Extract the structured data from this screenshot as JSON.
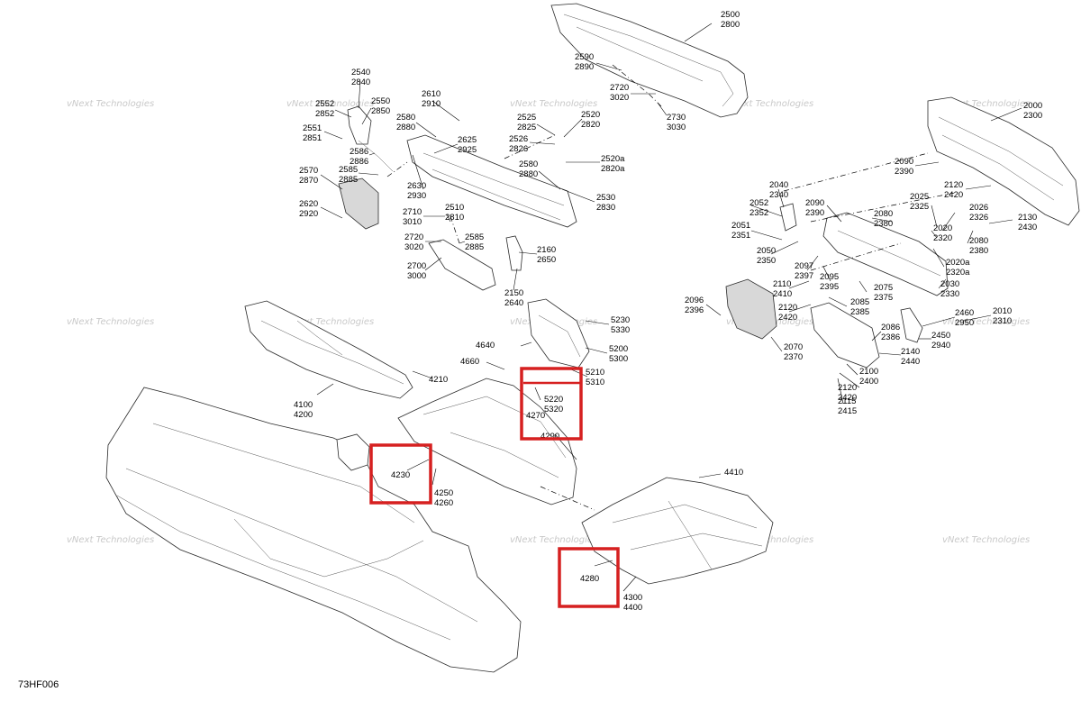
{
  "figure_code": "73HF006",
  "watermark_text": "vNext Technologies",
  "highlight_color": "#d62020",
  "callouts": [
    {
      "a": "2500",
      "b": "2800"
    },
    {
      "a": "2590",
      "b": "2890"
    },
    {
      "a": "2720",
      "b": "3020"
    },
    {
      "a": "2730",
      "b": "3030"
    },
    {
      "a": "2540",
      "b": "2840"
    },
    {
      "a": "2552",
      "b": "2852"
    },
    {
      "a": "2550",
      "b": "2850"
    },
    {
      "a": "2551",
      "b": "2851"
    },
    {
      "a": "2586",
      "b": "2886"
    },
    {
      "a": "2585",
      "b": "2885"
    },
    {
      "a": "2570",
      "b": "2870"
    },
    {
      "a": "2620",
      "b": "2920"
    },
    {
      "a": "2610",
      "b": "2910"
    },
    {
      "a": "2580",
      "b": "2880"
    },
    {
      "a": "2625",
      "b": "2925"
    },
    {
      "a": "2630",
      "b": "2930"
    },
    {
      "a": "2525",
      "b": "2825"
    },
    {
      "a": "2520",
      "b": "2820"
    },
    {
      "a": "2526",
      "b": "2826"
    },
    {
      "a": "2520a",
      "b": "2820a"
    },
    {
      "a": "2580",
      "b": "2880"
    },
    {
      "a": "2530",
      "b": "2830"
    },
    {
      "a": "2710",
      "b": "3010"
    },
    {
      "a": "2510",
      "b": "2810"
    },
    {
      "a": "2720",
      "b": "3020"
    },
    {
      "a": "2585",
      "b": "2885"
    },
    {
      "a": "2160",
      "b": "2650"
    },
    {
      "a": "2700",
      "b": "3000"
    },
    {
      "a": "2150",
      "b": "2640"
    },
    {
      "a": "2000",
      "b": "2300"
    },
    {
      "a": "2090",
      "b": "2390"
    },
    {
      "a": "2040",
      "b": "2340"
    },
    {
      "a": "2120",
      "b": "2420"
    },
    {
      "a": "2052",
      "b": "2352"
    },
    {
      "a": "2090",
      "b": "2390"
    },
    {
      "a": "2025",
      "b": "2325"
    },
    {
      "a": "2026",
      "b": "2326"
    },
    {
      "a": "2051",
      "b": "2351"
    },
    {
      "a": "2080",
      "b": "2380"
    },
    {
      "a": "2130",
      "b": "2430"
    },
    {
      "a": "2020",
      "b": "2320"
    },
    {
      "a": "2050",
      "b": "2350"
    },
    {
      "a": "2080",
      "b": "2380"
    },
    {
      "a": "2097",
      "b": "2397"
    },
    {
      "a": "2020a",
      "b": "2320a"
    },
    {
      "a": "2110",
      "b": "2410"
    },
    {
      "a": "2095",
      "b": "2395"
    },
    {
      "a": "2030",
      "b": "2330"
    },
    {
      "a": "2075",
      "b": "2375"
    },
    {
      "a": "2096",
      "b": "2396"
    },
    {
      "a": "2085",
      "b": "2385"
    },
    {
      "a": "2120",
      "b": "2420"
    },
    {
      "a": "2460",
      "b": "2950"
    },
    {
      "a": "2010",
      "b": "2310"
    },
    {
      "a": "2086",
      "b": "2386"
    },
    {
      "a": "2450",
      "b": "2940"
    },
    {
      "a": "2070",
      "b": "2370"
    },
    {
      "a": "2140",
      "b": "2440"
    },
    {
      "a": "2100",
      "b": "2400"
    },
    {
      "a": "2120",
      "b": "2420"
    },
    {
      "a": "2115",
      "b": "2415"
    },
    {
      "a": "5230",
      "b": "5330"
    },
    {
      "a": "5200",
      "b": "5300"
    },
    {
      "a": "5210",
      "b": "5310"
    },
    {
      "a": "5220",
      "b": "5320"
    },
    {
      "a": "4100",
      "b": "4200"
    },
    {
      "a": "4300",
      "b": "4400"
    },
    {
      "a": "4250",
      "b": "4260"
    }
  ],
  "single_labels": [
    "4640",
    "4660",
    "4210",
    "4270",
    "4290",
    "4410",
    "4230",
    "4280"
  ]
}
